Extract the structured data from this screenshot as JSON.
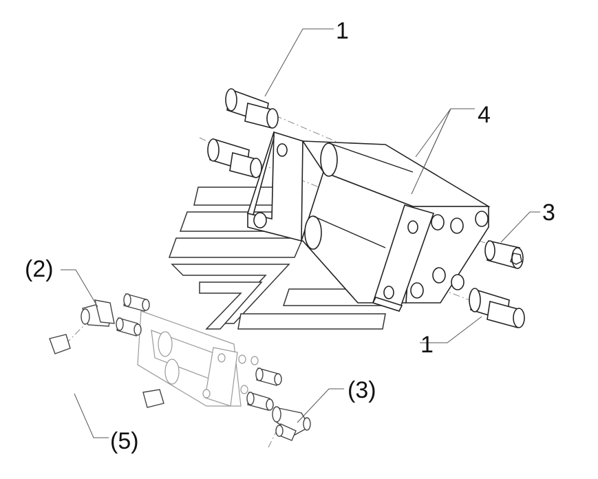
{
  "callouts": {
    "c1_top": "1",
    "c4": "4",
    "c3": "3",
    "c1_bottom": "1",
    "c2_paren": "(2)",
    "c3_paren": "(3)",
    "c5_paren": "(5)"
  },
  "colors": {
    "line": "#222222",
    "background": "#ffffff"
  }
}
